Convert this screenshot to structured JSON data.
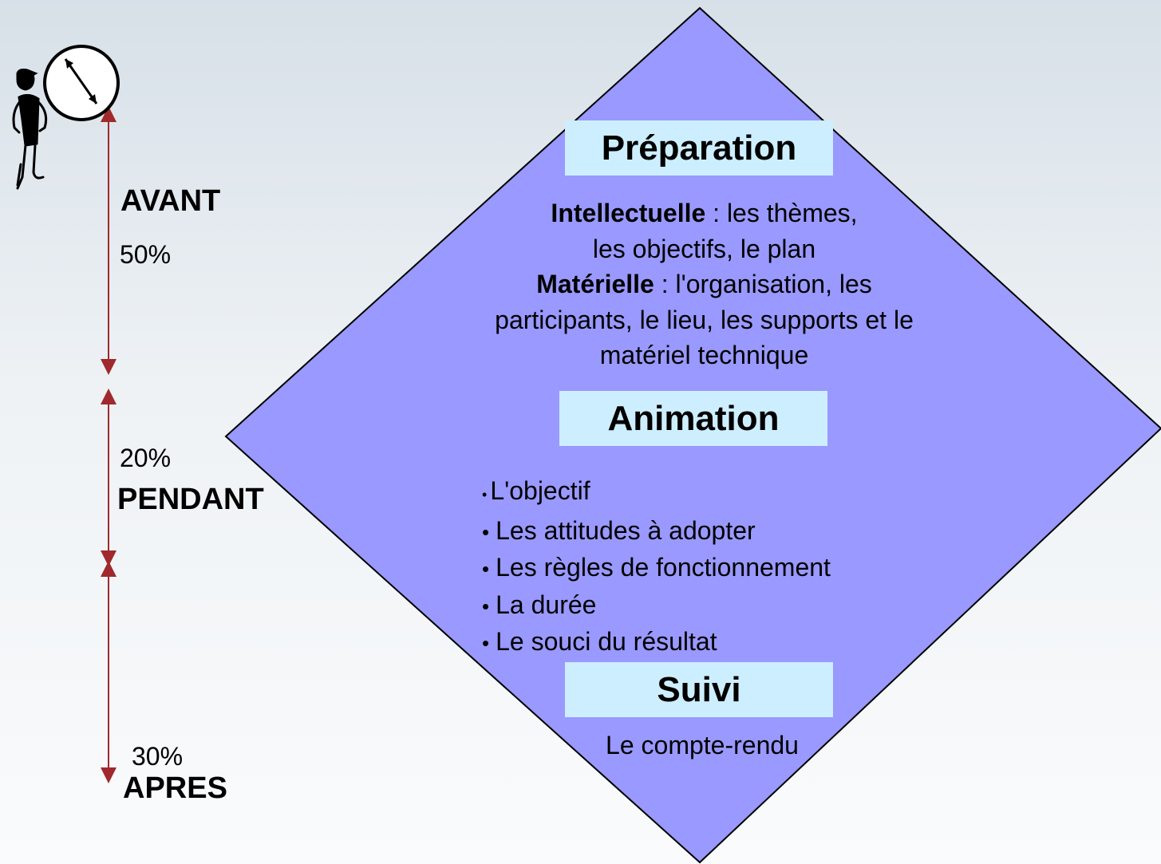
{
  "phases": {
    "avant": {
      "label": "AVANT",
      "percent": "50%"
    },
    "pendant": {
      "label": "PENDANT",
      "percent": "20%"
    },
    "apres": {
      "label": "APRES",
      "percent": "30%"
    }
  },
  "preparation": {
    "title": "Préparation",
    "intellectuelle_label": "Intellectuelle",
    "intellectuelle_text_1": " : les thèmes,",
    "intellectuelle_text_2": "les objectifs, le plan",
    "materielle_label": "Matérielle",
    "materielle_text_1": " : l'organisation, les",
    "materielle_text_2": "participants, le lieu, les supports et le",
    "materielle_text_3": "matériel technique"
  },
  "animation": {
    "title": "Animation",
    "items": [
      "L'objectif",
      "Les attitudes à adopter",
      "Les règles de fonctionnement",
      "La durée",
      "Le souci du résultat"
    ]
  },
  "suivi": {
    "title": "Suivi",
    "text": "Le compte-rendu"
  },
  "colors": {
    "diamond_fill": "#9999ff",
    "header_fill": "#cdeefe",
    "arrow": "#a0292d",
    "background_top": "#d7e0e8",
    "background_bottom": "#fafbfc"
  },
  "icons": [
    "person-icon",
    "clock-icon"
  ]
}
